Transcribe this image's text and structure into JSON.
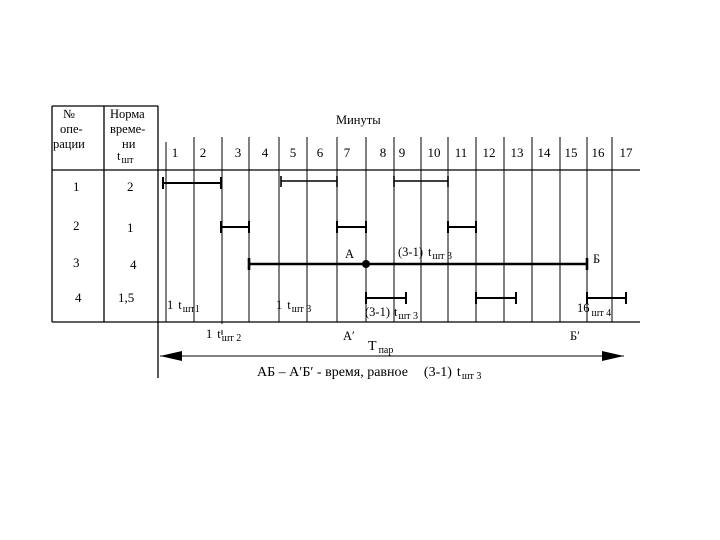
{
  "table": {
    "col_op": [
      "№",
      "опе-",
      "рации"
    ],
    "col_norm": [
      "Норма",
      "време-",
      "ни"
    ],
    "col_norm_symbol": {
      "main": "t",
      "sub": "шт"
    },
    "minutes_title": "Минуты",
    "minutes": [
      "1",
      "2",
      "3",
      "4",
      "5",
      "6",
      "7",
      "8",
      "9",
      "10",
      "11",
      "12",
      "13",
      "14",
      "15",
      "16",
      "17"
    ],
    "rows": [
      {
        "op": "1",
        "norm": "2"
      },
      {
        "op": "2",
        "norm": "1"
      },
      {
        "op": "3",
        "norm": "4"
      },
      {
        "op": "4",
        "norm": "1,5"
      }
    ]
  },
  "labels": {
    "l_1tsht1": {
      "coef": "1",
      "t": "t",
      "sub": "шт1"
    },
    "l_1tsht3": {
      "coef": "1",
      "t": "t",
      "sub": "шт 3"
    },
    "l_31tsht3_row4": {
      "coef": "(3-1)",
      "t": "t",
      "sub": "шт 3"
    },
    "l_16tsht4": {
      "coef": "16",
      "sub": "шт 4"
    },
    "l_31tsht3_row3": {
      "coef": "(3-1)",
      "t": "t",
      "sub": "шт 3"
    },
    "point_A": "А",
    "point_B": "Б",
    "l_1tsht2": {
      "coef": "1",
      "t": "t",
      "sub": "шт 2"
    },
    "point_A_prime": "А′",
    "point_B_prime": "Б′",
    "T_par": {
      "main": "Т",
      "sub": "пар"
    }
  },
  "caption": {
    "text": "АБ – А′Б′  -  время, равное",
    "coef": "(3-1)",
    "t": "t",
    "sub": "шт 3"
  }
}
